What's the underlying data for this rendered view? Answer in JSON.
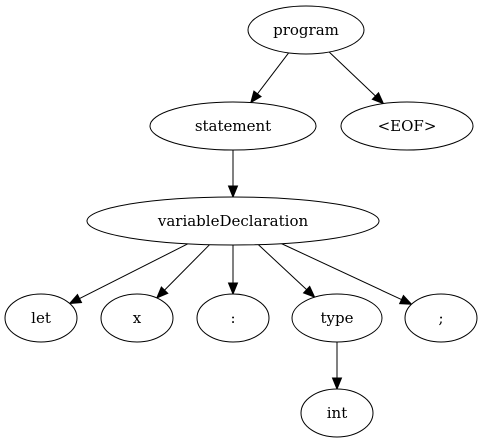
{
  "diagram": {
    "nodes": [
      {
        "id": "program",
        "label": "program"
      },
      {
        "id": "statement",
        "label": "statement"
      },
      {
        "id": "eof",
        "label": "<EOF>"
      },
      {
        "id": "variableDeclaration",
        "label": "variableDeclaration"
      },
      {
        "id": "let",
        "label": "let"
      },
      {
        "id": "x",
        "label": "x"
      },
      {
        "id": "colon",
        "label": ":"
      },
      {
        "id": "type",
        "label": "type"
      },
      {
        "id": "semicolon",
        "label": ";"
      },
      {
        "id": "int",
        "label": "int"
      }
    ],
    "edges": [
      {
        "from": "program",
        "to": "statement"
      },
      {
        "from": "program",
        "to": "eof"
      },
      {
        "from": "statement",
        "to": "variableDeclaration"
      },
      {
        "from": "variableDeclaration",
        "to": "let"
      },
      {
        "from": "variableDeclaration",
        "to": "x"
      },
      {
        "from": "variableDeclaration",
        "to": "colon"
      },
      {
        "from": "variableDeclaration",
        "to": "type"
      },
      {
        "from": "variableDeclaration",
        "to": "semicolon"
      },
      {
        "from": "type",
        "to": "int"
      }
    ]
  }
}
